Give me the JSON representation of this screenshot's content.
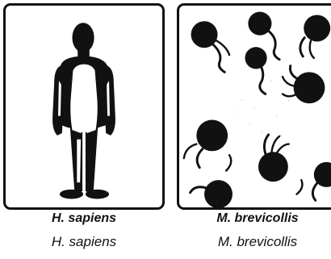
{
  "panels": [
    {
      "label_top": "H. sapiens",
      "label_bottom": "H. sapiens",
      "icon": "human-figure-icon"
    },
    {
      "label_top": "M. brevicollis",
      "label_bottom": "M. brevicollis",
      "icon": "choanoflagellate-cells-icon"
    }
  ],
  "colors": {
    "ink": "#111111",
    "background": "#ffffff"
  }
}
